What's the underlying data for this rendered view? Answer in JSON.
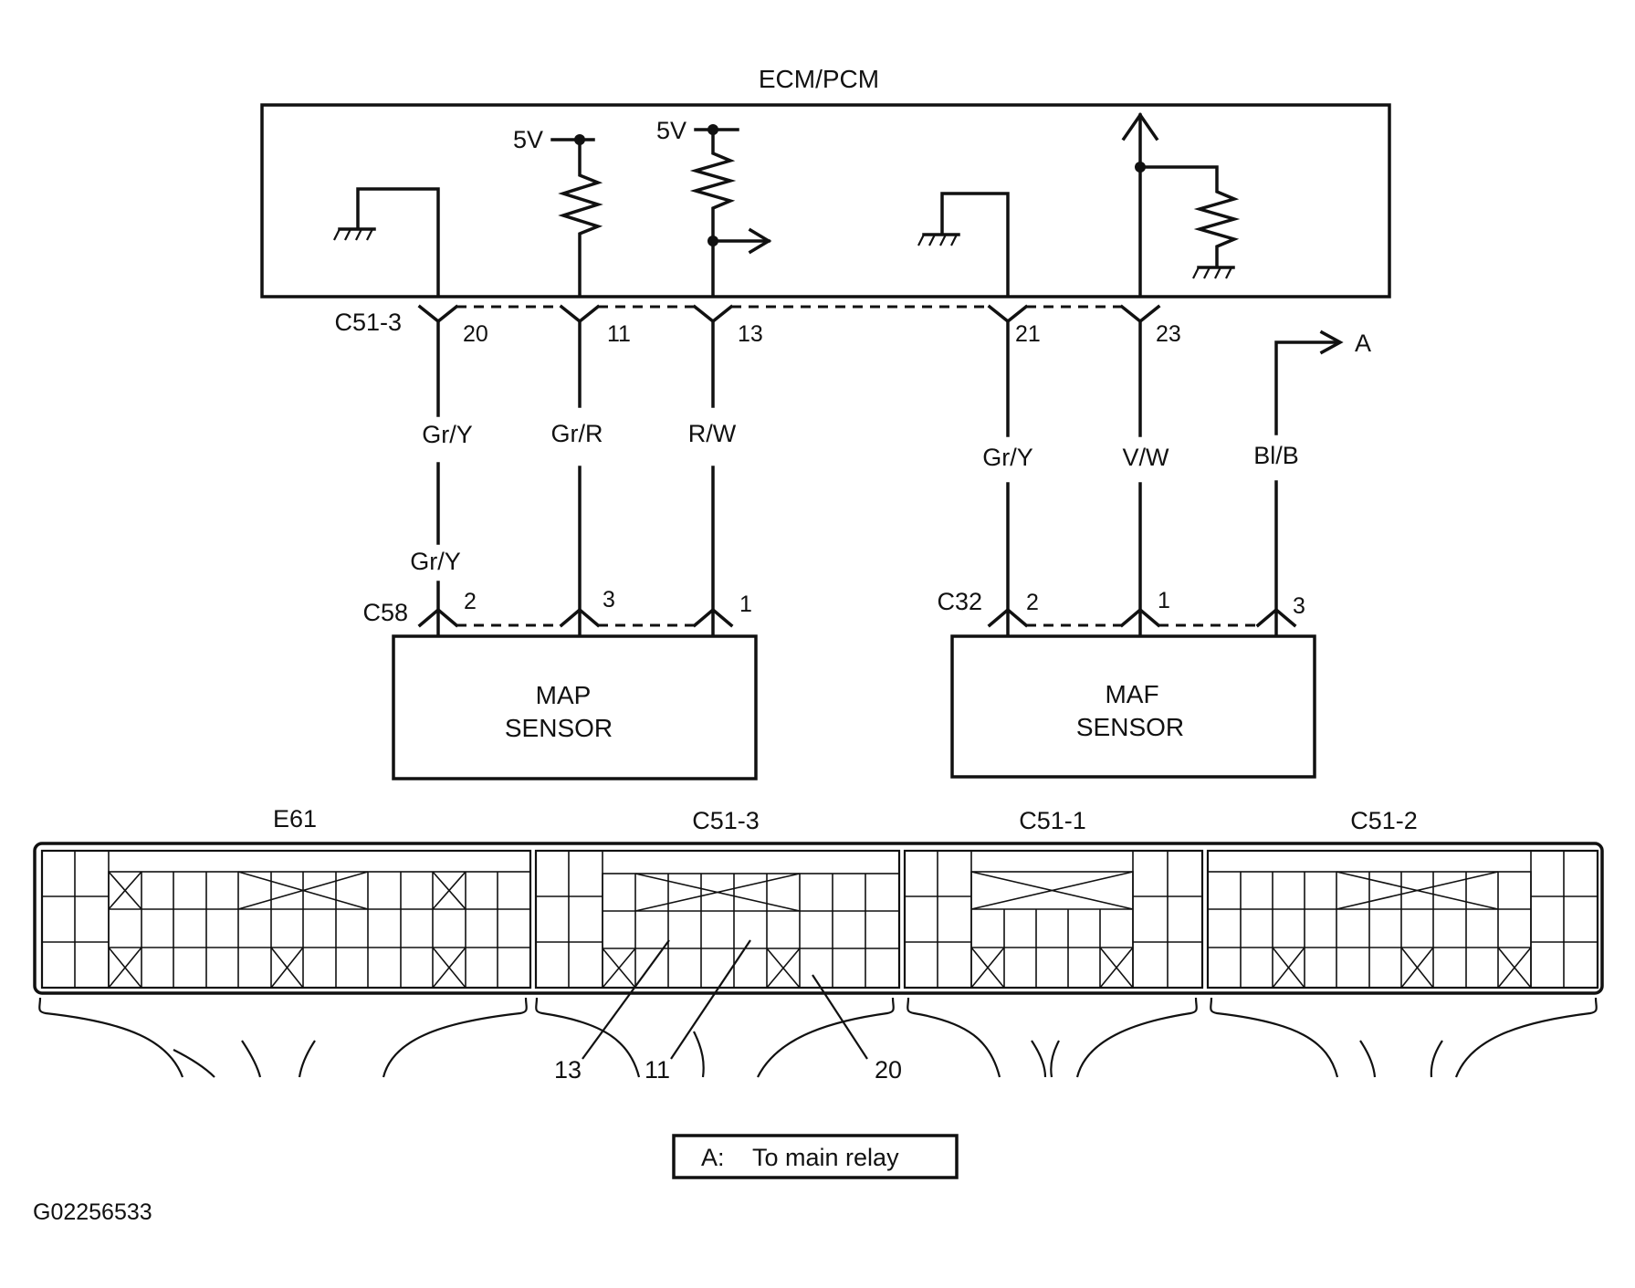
{
  "ecm": {
    "title": "ECM/PCM",
    "supply_label": "5V"
  },
  "connector_c51_3": {
    "name": "C51-3",
    "pins": [
      "20",
      "11",
      "13",
      "21",
      "23"
    ]
  },
  "wires": {
    "map_ground": "Gr/Y",
    "map_signal": "Gr/R",
    "map_supply": "R/W",
    "map_ground_lower": "Gr/Y",
    "maf_ground": "Gr/Y",
    "maf_signal": "V/W",
    "maf_power": "Bl/B"
  },
  "relay_marker": "A",
  "connector_c58": {
    "name": "C58",
    "pins": [
      "2",
      "3",
      "1"
    ]
  },
  "connector_c32": {
    "name": "C32",
    "pins": [
      "2",
      "1",
      "3"
    ]
  },
  "map_sensor": {
    "line1": "MAP",
    "line2": "SENSOR"
  },
  "maf_sensor": {
    "line1": "MAF",
    "line2": "SENSOR"
  },
  "connector_faces": {
    "labels": [
      "E61",
      "C51-3",
      "C51-1",
      "C51-2"
    ],
    "callouts": [
      "13",
      "11",
      "20"
    ]
  },
  "legend": {
    "key": "A:",
    "text": "To main relay"
  },
  "figure_id": "G02256533"
}
